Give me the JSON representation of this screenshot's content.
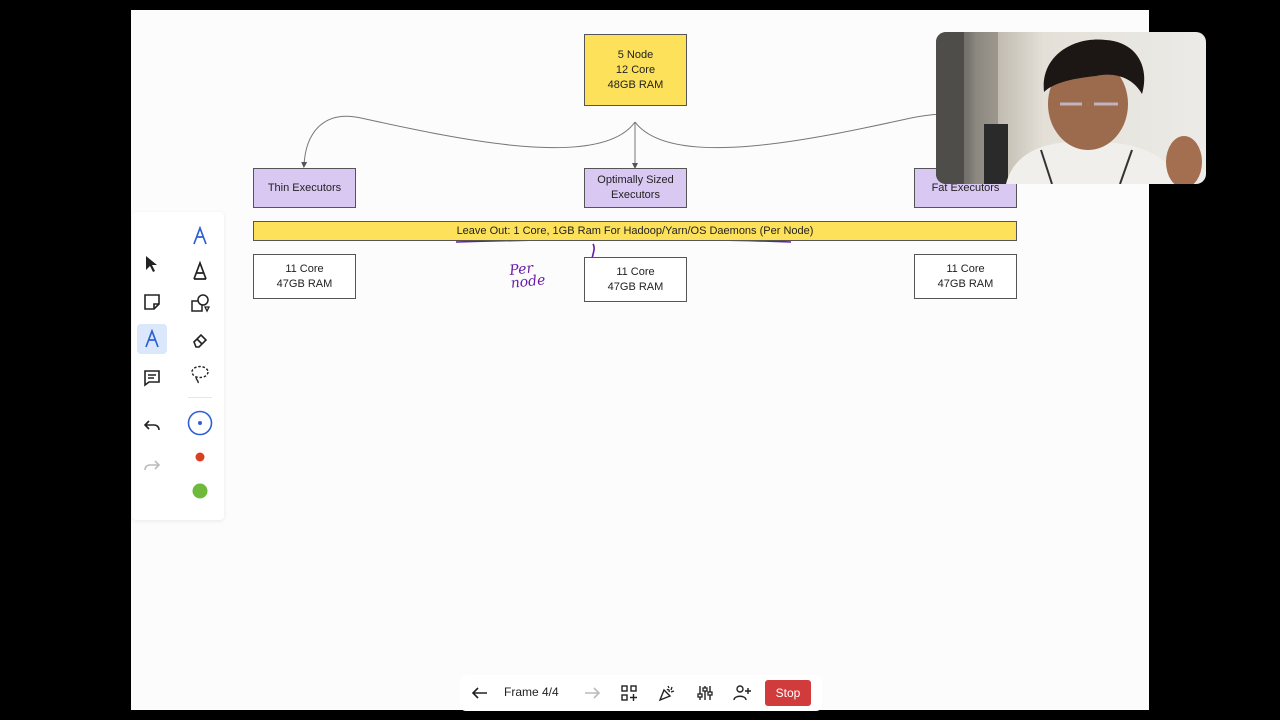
{
  "diagram": {
    "root": {
      "line1": "5 Node",
      "line2": "12 Core",
      "line3": "48GB RAM"
    },
    "children": [
      {
        "label": "Thin Executors"
      },
      {
        "label": "Optimally Sized Executors"
      },
      {
        "label": "Fat Executors"
      }
    ],
    "banner": "Leave Out: 1 Core, 1GB Ram For Hadoop/Yarn/OS Daemons (Per Node)",
    "results": [
      {
        "line1": "11 Core",
        "line2": "47GB RAM"
      },
      {
        "line1": "11 Core",
        "line2": "47GB RAM"
      },
      {
        "line1": "11 Core",
        "line2": "47GB RAM"
      }
    ],
    "annotation": "Per node"
  },
  "toolbar": {
    "tools": [
      "pointer-icon",
      "pen-icon",
      "highlighter-icon",
      "sticky-note-icon",
      "shapes-icon",
      "text-pen-icon",
      "eraser-icon",
      "comment-icon",
      "lasso-icon",
      "undo-icon",
      "redo-icon"
    ],
    "colors": {
      "blue": "#2f5fd6",
      "red": "#d9401f",
      "green": "#6fba3a"
    }
  },
  "presenter": {
    "frame_label": "Frame 4/4",
    "stop_label": "Stop",
    "icons": [
      "back-arrow-icon",
      "forward-arrow-icon",
      "frames-grid-icon",
      "celebrate-icon",
      "settings-sliders-icon",
      "follow-user-icon"
    ]
  }
}
